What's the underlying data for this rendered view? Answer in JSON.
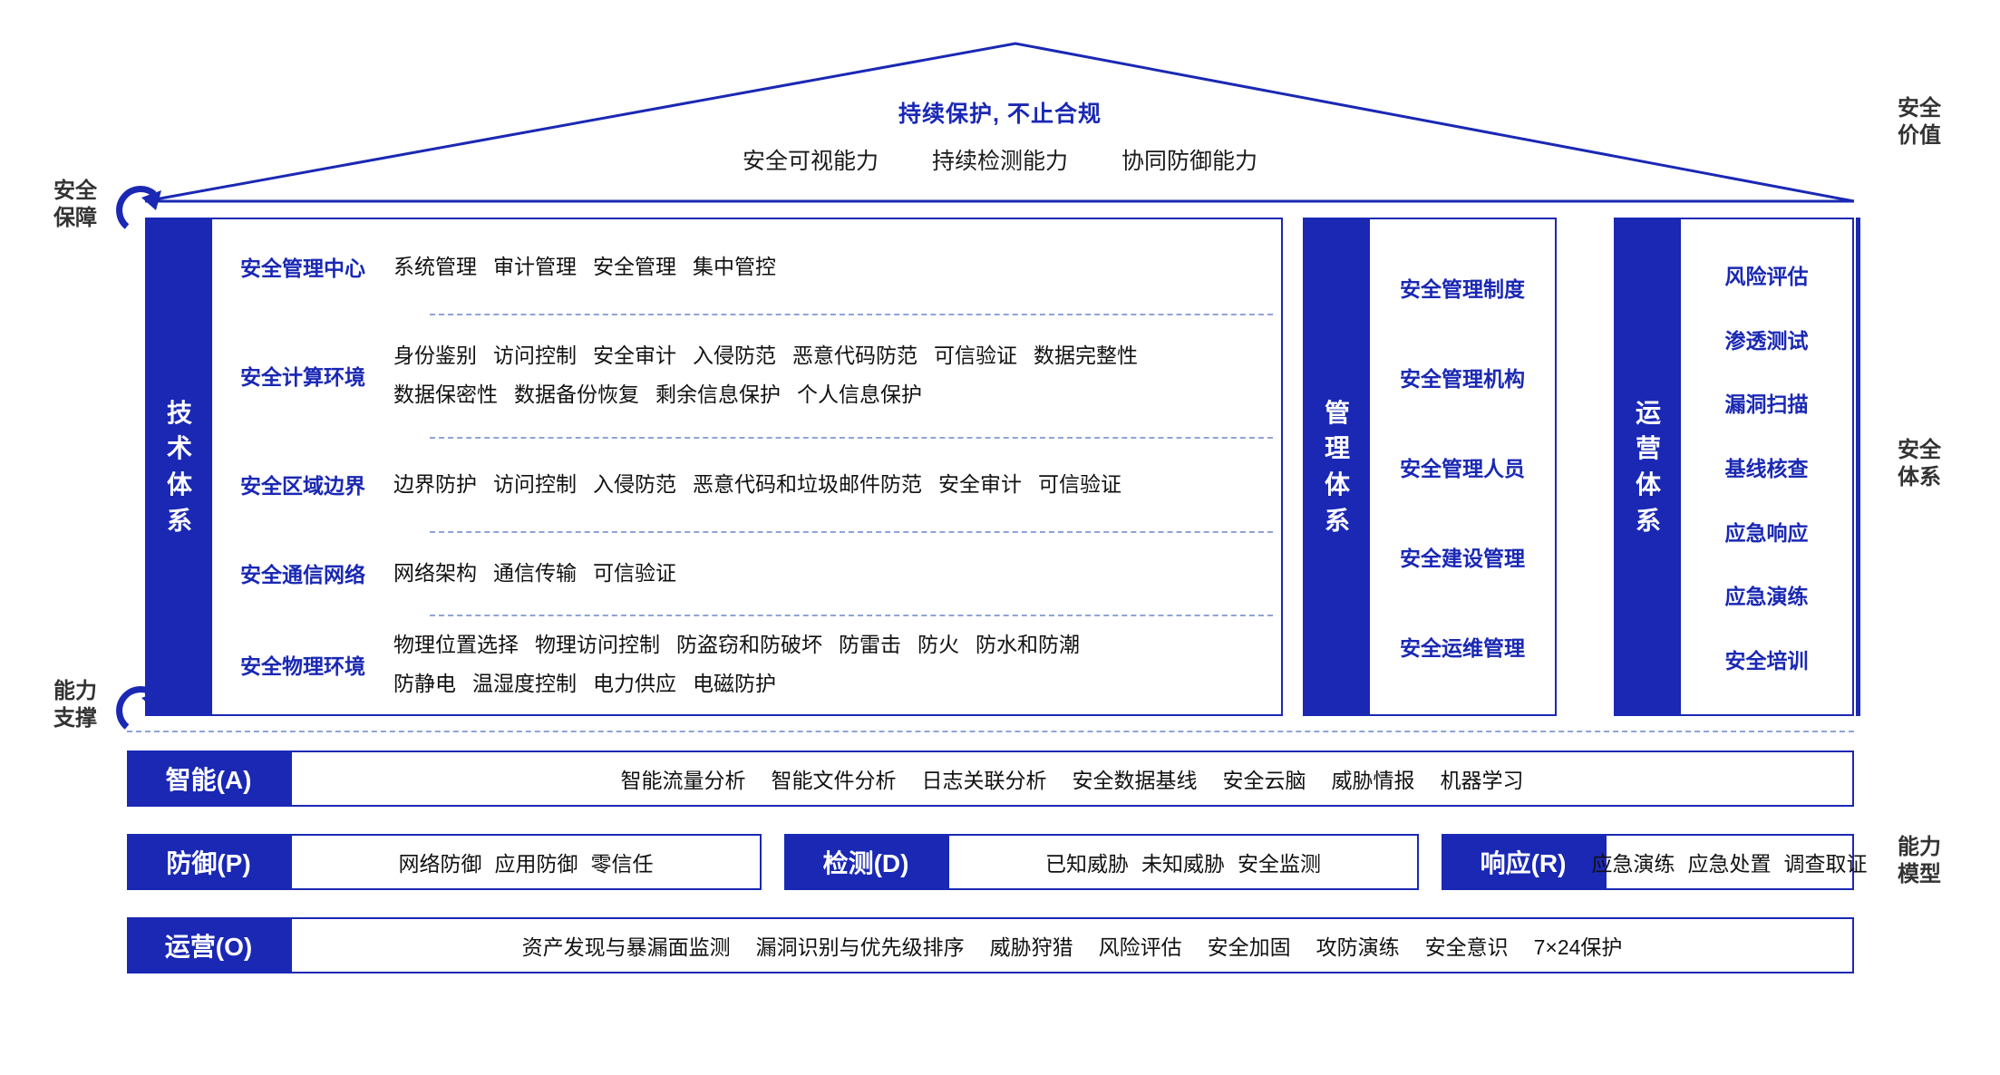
{
  "roof": {
    "tagline": "持续保护, 不止合规",
    "capabilities": [
      "安全可视能力",
      "持续检测能力",
      "协同防御能力"
    ]
  },
  "side_labels": {
    "left_top": "安全\n保障",
    "left_top_line1": "安全",
    "left_top_line2": "保障",
    "left_bottom_line1": "能力",
    "left_bottom_line2": "支撑",
    "right_top_line1": "安全",
    "right_top_line2": "价值",
    "right_mid_line1": "安全",
    "right_mid_line2": "体系",
    "right_bottom_line1": "能力",
    "right_bottom_line2": "模型"
  },
  "technical_system": {
    "title": "技术体系",
    "title_chars": [
      "技",
      "术",
      "体",
      "系"
    ],
    "rows": [
      {
        "category": "安全管理中心",
        "lines": [
          [
            "系统管理",
            "审计管理",
            "安全管理",
            "集中管控"
          ]
        ]
      },
      {
        "category": "安全计算环境",
        "lines": [
          [
            "身份鉴别",
            "访问控制",
            "安全审计",
            "入侵防范",
            "恶意代码防范",
            "可信验证",
            "数据完整性"
          ],
          [
            "数据保密性",
            "数据备份恢复",
            "剩余信息保护",
            "个人信息保护"
          ]
        ]
      },
      {
        "category": "安全区域边界",
        "lines": [
          [
            "边界防护",
            "访问控制",
            "入侵防范",
            "恶意代码和垃圾邮件防范",
            "安全审计",
            "可信验证"
          ]
        ]
      },
      {
        "category": "安全通信网络",
        "lines": [
          [
            "网络架构",
            "通信传输",
            "可信验证"
          ]
        ]
      },
      {
        "category": "安全物理环境",
        "lines": [
          [
            "物理位置选择",
            "物理访问控制",
            "防盗窃和防破坏",
            "防雷击",
            "防火",
            "防水和防潮"
          ],
          [
            "防静电",
            "温湿度控制",
            "电力供应",
            "电磁防护"
          ]
        ]
      }
    ]
  },
  "management_system": {
    "title_chars": [
      "管",
      "理",
      "体",
      "系"
    ],
    "items": [
      "安全管理制度",
      "安全管理机构",
      "安全管理人员",
      "安全建设管理",
      "安全运维管理"
    ]
  },
  "operation_system": {
    "title_chars": [
      "运",
      "营",
      "体",
      "系"
    ],
    "items": [
      "风险评估",
      "渗透测试",
      "漏洞扫描",
      "基线核查",
      "应急响应",
      "应急演练",
      "安全培训"
    ]
  },
  "capability_model": {
    "rows": [
      {
        "tag": "智能(A)",
        "items": [
          "智能流量分析",
          "智能文件分析",
          "日志关联分析",
          "安全数据基线",
          "安全云脑",
          "威胁情报",
          "机器学习"
        ]
      },
      {
        "tag": "防御(P)",
        "items": [
          "网络防御",
          "应用防御",
          "零信任"
        ]
      },
      {
        "tag": "检测(D)",
        "items": [
          "已知威胁",
          "未知威胁",
          "安全监测"
        ]
      },
      {
        "tag": "响应(R)",
        "items": [
          "应急演练",
          "应急处置",
          "调查取证"
        ]
      },
      {
        "tag": "运营(O)",
        "items": [
          "资产发现与暴漏面监测",
          "漏洞识别与优先级排序",
          "威胁狩猎",
          "风险评估",
          "安全加固",
          "攻防演练",
          "安全意识",
          "7×24保护"
        ]
      }
    ]
  },
  "colors": {
    "brand_blue": "#1a28b4",
    "text_dark": "#1a1a1a",
    "dashed_gray_blue": "#8fa3d8"
  }
}
